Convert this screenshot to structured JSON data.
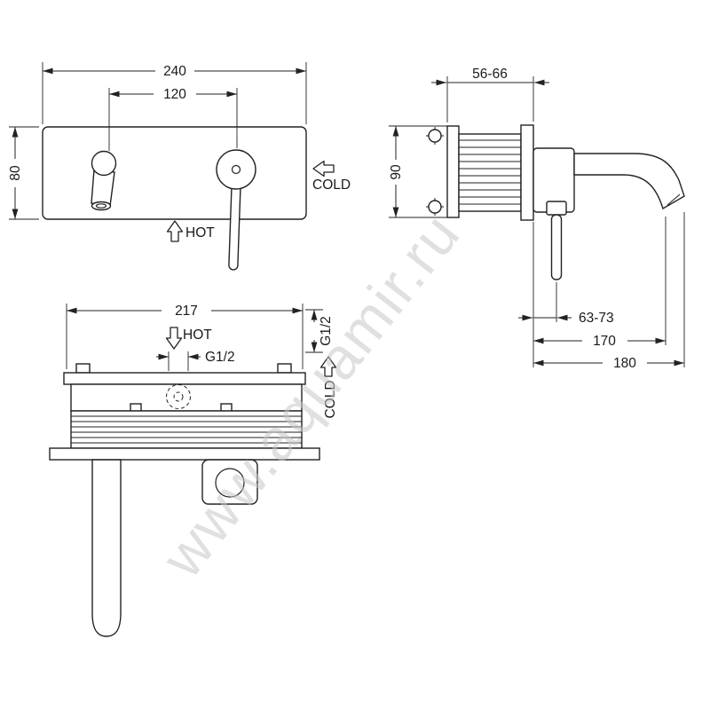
{
  "watermark": "www.aquamir.ru",
  "colors": {
    "line": "#222222",
    "background": "#ffffff",
    "watermark": "#c8c8c8"
  },
  "front_view": {
    "width_dim": "240",
    "centers_dim": "120",
    "height_dim": "80",
    "cold_label": "COLD",
    "hot_label": "HOT"
  },
  "side_view": {
    "depth_dim": "56-66",
    "height_dim": "90",
    "handle_depth_dim": "63-73",
    "spout_reach_dim": "170",
    "total_depth_dim": "180"
  },
  "rough_in_view": {
    "width_dim": "217",
    "hot_label": "HOT",
    "hot_thread_label": "G1/2",
    "cold_thread_label": "G1/2",
    "cold_label": "COLD"
  }
}
